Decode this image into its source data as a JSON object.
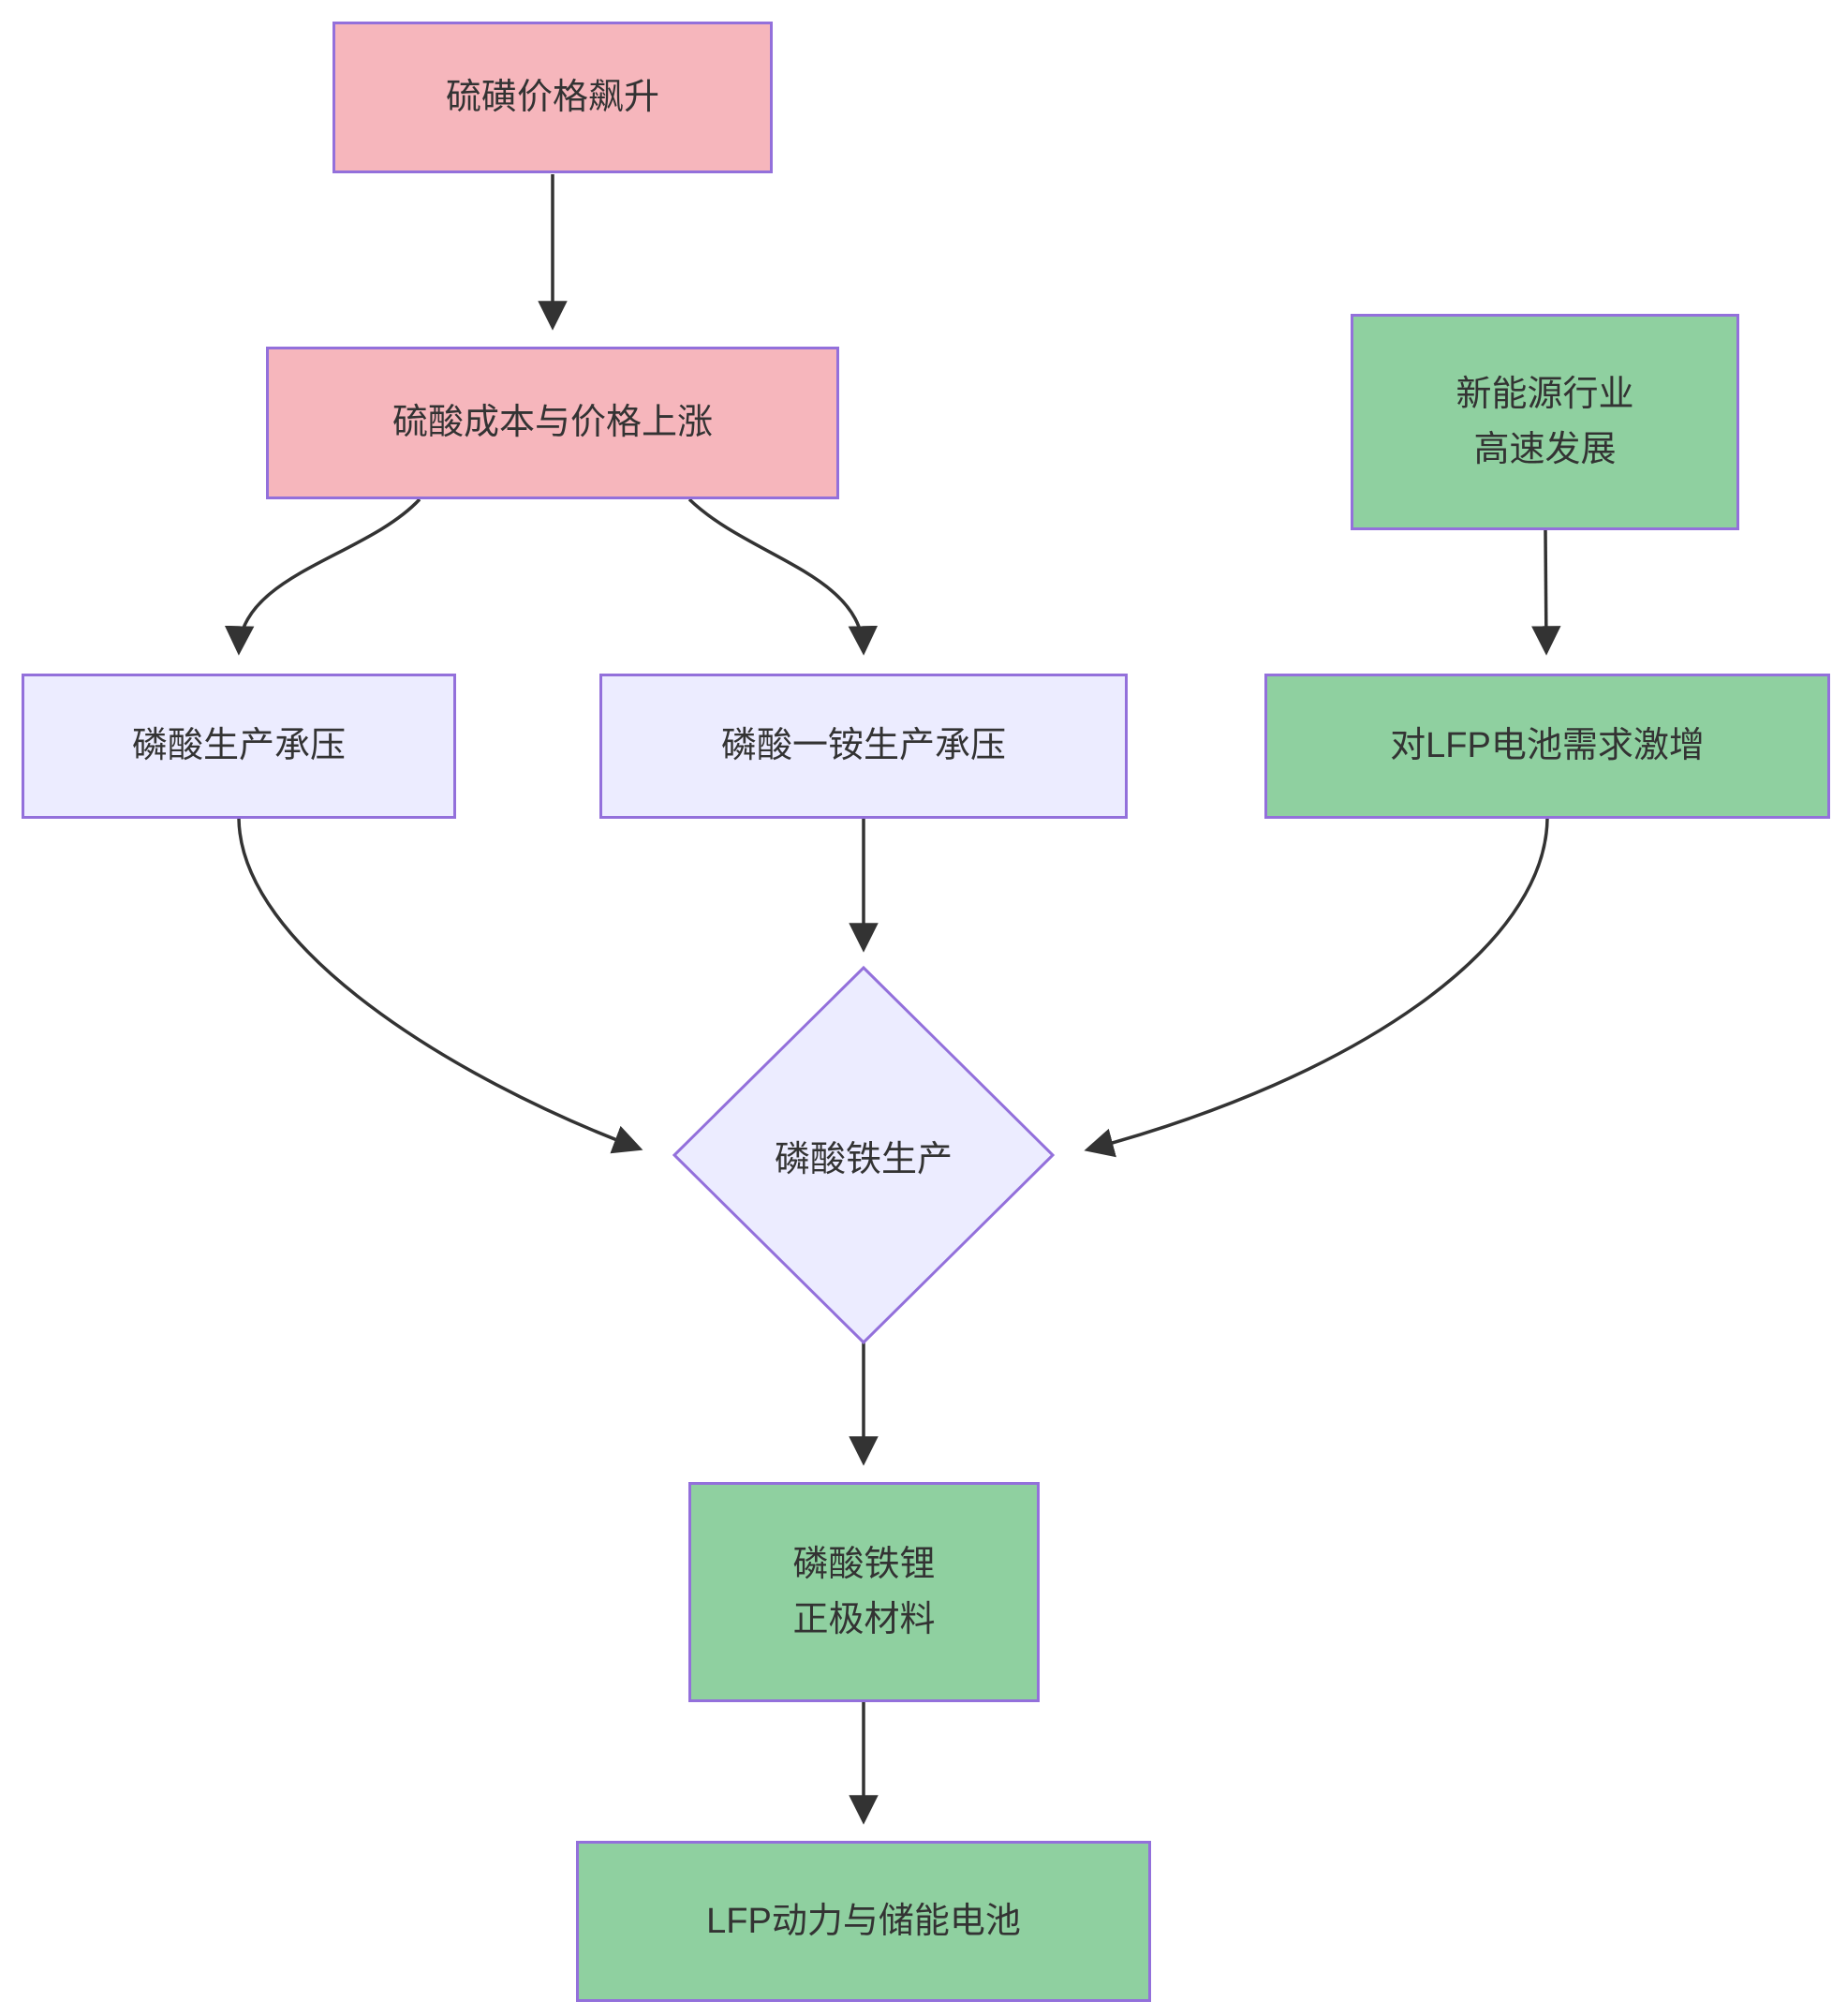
{
  "diagram": {
    "type": "flowchart",
    "direction": "top-down",
    "nodes": {
      "sulfur_price_surge": {
        "label": "硫磺价格飙升",
        "shape": "rect",
        "fill": "#F6B6BC"
      },
      "sulfuric_acid_cost_price_rise": {
        "label": "硫酸成本与价格上涨",
        "shape": "rect",
        "fill": "#F6B6BC"
      },
      "phosphoric_acid_pressure": {
        "label": "磷酸生产承压",
        "shape": "rect",
        "fill": "#ECECFF"
      },
      "map_production_pressure": {
        "label": "磷酸一铵生产承压",
        "shape": "rect",
        "fill": "#ECECFF"
      },
      "new_energy_industry": {
        "line1": "新能源行业",
        "line2": "高速发展",
        "shape": "rect",
        "fill": "#8FD0A0"
      },
      "lfp_battery_demand_surge": {
        "label": "对LFP电池需求激增",
        "shape": "rect",
        "fill": "#8FD0A0"
      },
      "iron_phosphate_production": {
        "label": "磷酸铁生产",
        "shape": "diamond",
        "fill": "#ECECFF"
      },
      "lfp_cathode_material": {
        "line1": "磷酸铁锂",
        "line2": "正极材料",
        "shape": "rect",
        "fill": "#8FD0A0"
      },
      "lfp_power_storage_batteries": {
        "label": "LFP动力与储能电池",
        "shape": "rect",
        "fill": "#8FD0A0"
      }
    },
    "edges": [
      {
        "from": "sulfur_price_surge",
        "to": "sulfuric_acid_cost_price_rise"
      },
      {
        "from": "sulfuric_acid_cost_price_rise",
        "to": "phosphoric_acid_pressure"
      },
      {
        "from": "sulfuric_acid_cost_price_rise",
        "to": "map_production_pressure"
      },
      {
        "from": "new_energy_industry",
        "to": "lfp_battery_demand_surge"
      },
      {
        "from": "phosphoric_acid_pressure",
        "to": "iron_phosphate_production"
      },
      {
        "from": "map_production_pressure",
        "to": "iron_phosphate_production"
      },
      {
        "from": "lfp_battery_demand_surge",
        "to": "iron_phosphate_production"
      },
      {
        "from": "iron_phosphate_production",
        "to": "lfp_cathode_material"
      },
      {
        "from": "lfp_cathode_material",
        "to": "lfp_power_storage_batteries"
      }
    ]
  },
  "colors": {
    "pink_fill": "#F6B6BC",
    "lavender_fill": "#ECECFF",
    "green_fill": "#8FD0A0",
    "node_border": "#9370DB",
    "arrow": "#333333",
    "text": "#333333",
    "background": "#FFFFFF"
  }
}
